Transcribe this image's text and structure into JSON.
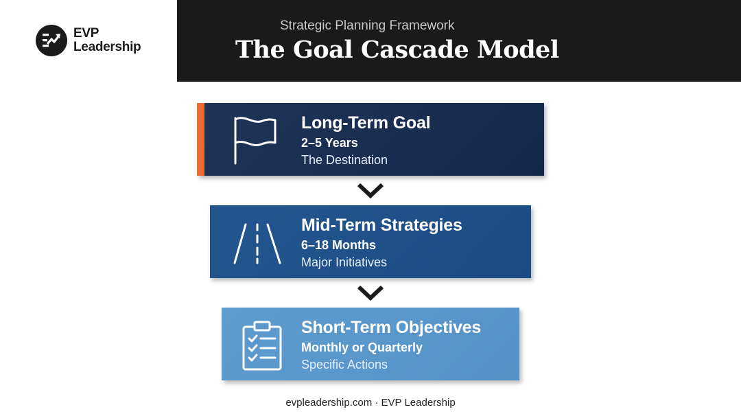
{
  "logo": {
    "line1": "EVP",
    "line2": "Leadership",
    "icon": "trend-arrow-icon"
  },
  "header": {
    "subtitle": "Strategic Planning Framework",
    "title": "The Goal Cascade Model"
  },
  "tiers": [
    {
      "title": "Long-Term Goal",
      "timeframe": "2–5 Years",
      "description": "The Destination",
      "icon": "flag-icon",
      "color": "#172d50",
      "accent": "#f06a32"
    },
    {
      "title": "Mid-Term Strategies",
      "timeframe": "6–18 Months",
      "description": "Major Initiatives",
      "icon": "road-icon",
      "color": "#1f5089"
    },
    {
      "title": "Short-Term Objectives",
      "timeframe": "Monthly or Quarterly",
      "description": "Specific Actions",
      "icon": "checklist-clipboard-icon",
      "color": "#5a97cb"
    }
  ],
  "connectors": [
    "chevron-down-icon",
    "chevron-down-icon"
  ],
  "footer": {
    "text": "evpleadership.com · EVP Leadership"
  }
}
